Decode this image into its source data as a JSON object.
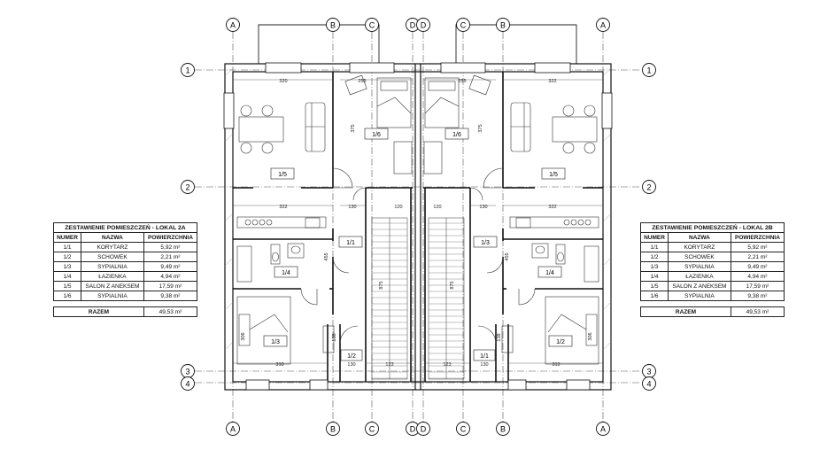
{
  "axes": {
    "vertical_labels": [
      "A",
      "B",
      "C",
      "D",
      "D",
      "C",
      "B",
      "A"
    ],
    "horizontal_labels": [
      "1",
      "2",
      "3",
      "4"
    ]
  },
  "rooms_left": {
    "r11": "1/1",
    "r12": "1/2",
    "r13": "1/3",
    "r14": "1/4",
    "r15": "1/5",
    "r16": "1/6"
  },
  "rooms_right": {
    "r11": "1/1",
    "r12": "1/2",
    "r13": "1/3",
    "r14": "1/4",
    "r15": "1/5",
    "r16": "1/6"
  },
  "dims_left": [
    "320",
    "255",
    "375",
    "322",
    "130",
    "120",
    "455",
    "310",
    "130",
    "123",
    "875",
    "306",
    "138"
  ],
  "dims_right": [
    "255",
    "322",
    "375",
    "130",
    "322",
    "120",
    "455",
    "312",
    "130",
    "123",
    "875",
    "306",
    "138"
  ],
  "table_left": {
    "title": "ZESTAWIENIE POMIESZCZEŃ - LOKAL 2A",
    "headers": [
      "NUMER",
      "NAZWA",
      "POWIERZCHNIA"
    ],
    "rows": [
      [
        "1/1",
        "KORYTARZ",
        "5,92 m²"
      ],
      [
        "1/2",
        "SCHOWEK",
        "2,21 m²"
      ],
      [
        "1/3",
        "SYPIALNIA",
        "9,49 m²"
      ],
      [
        "1/4",
        "ŁAZIENKA",
        "4,94 m²"
      ],
      [
        "1/5",
        "SALON Z ANEKSEM",
        "17,59 m²"
      ],
      [
        "1/6",
        "SYPIALNIA",
        "9,38 m²"
      ]
    ],
    "total_label": "RAZEM",
    "total_value": "49,53 m²"
  },
  "table_right": {
    "title": "ZESTAWIENIE POMIESZCZEŃ - LOKAL 2B",
    "headers": [
      "NUMER",
      "NAZWA",
      "POWIERZCHNIA"
    ],
    "rows": [
      [
        "1/1",
        "KORYTARZ",
        "5,92 m²"
      ],
      [
        "1/2",
        "SCHOWEK",
        "2,21 m²"
      ],
      [
        "1/3",
        "SYPIALNIA",
        "9,49 m²"
      ],
      [
        "1/4",
        "ŁAZIENKA",
        "4,94 m²"
      ],
      [
        "1/5",
        "SALON Z ANEKSEM",
        "17,59 m²"
      ],
      [
        "1/6",
        "SYPIALNIA",
        "9,38 m²"
      ]
    ],
    "total_label": "RAZEM",
    "total_value": "49,53 m²"
  }
}
